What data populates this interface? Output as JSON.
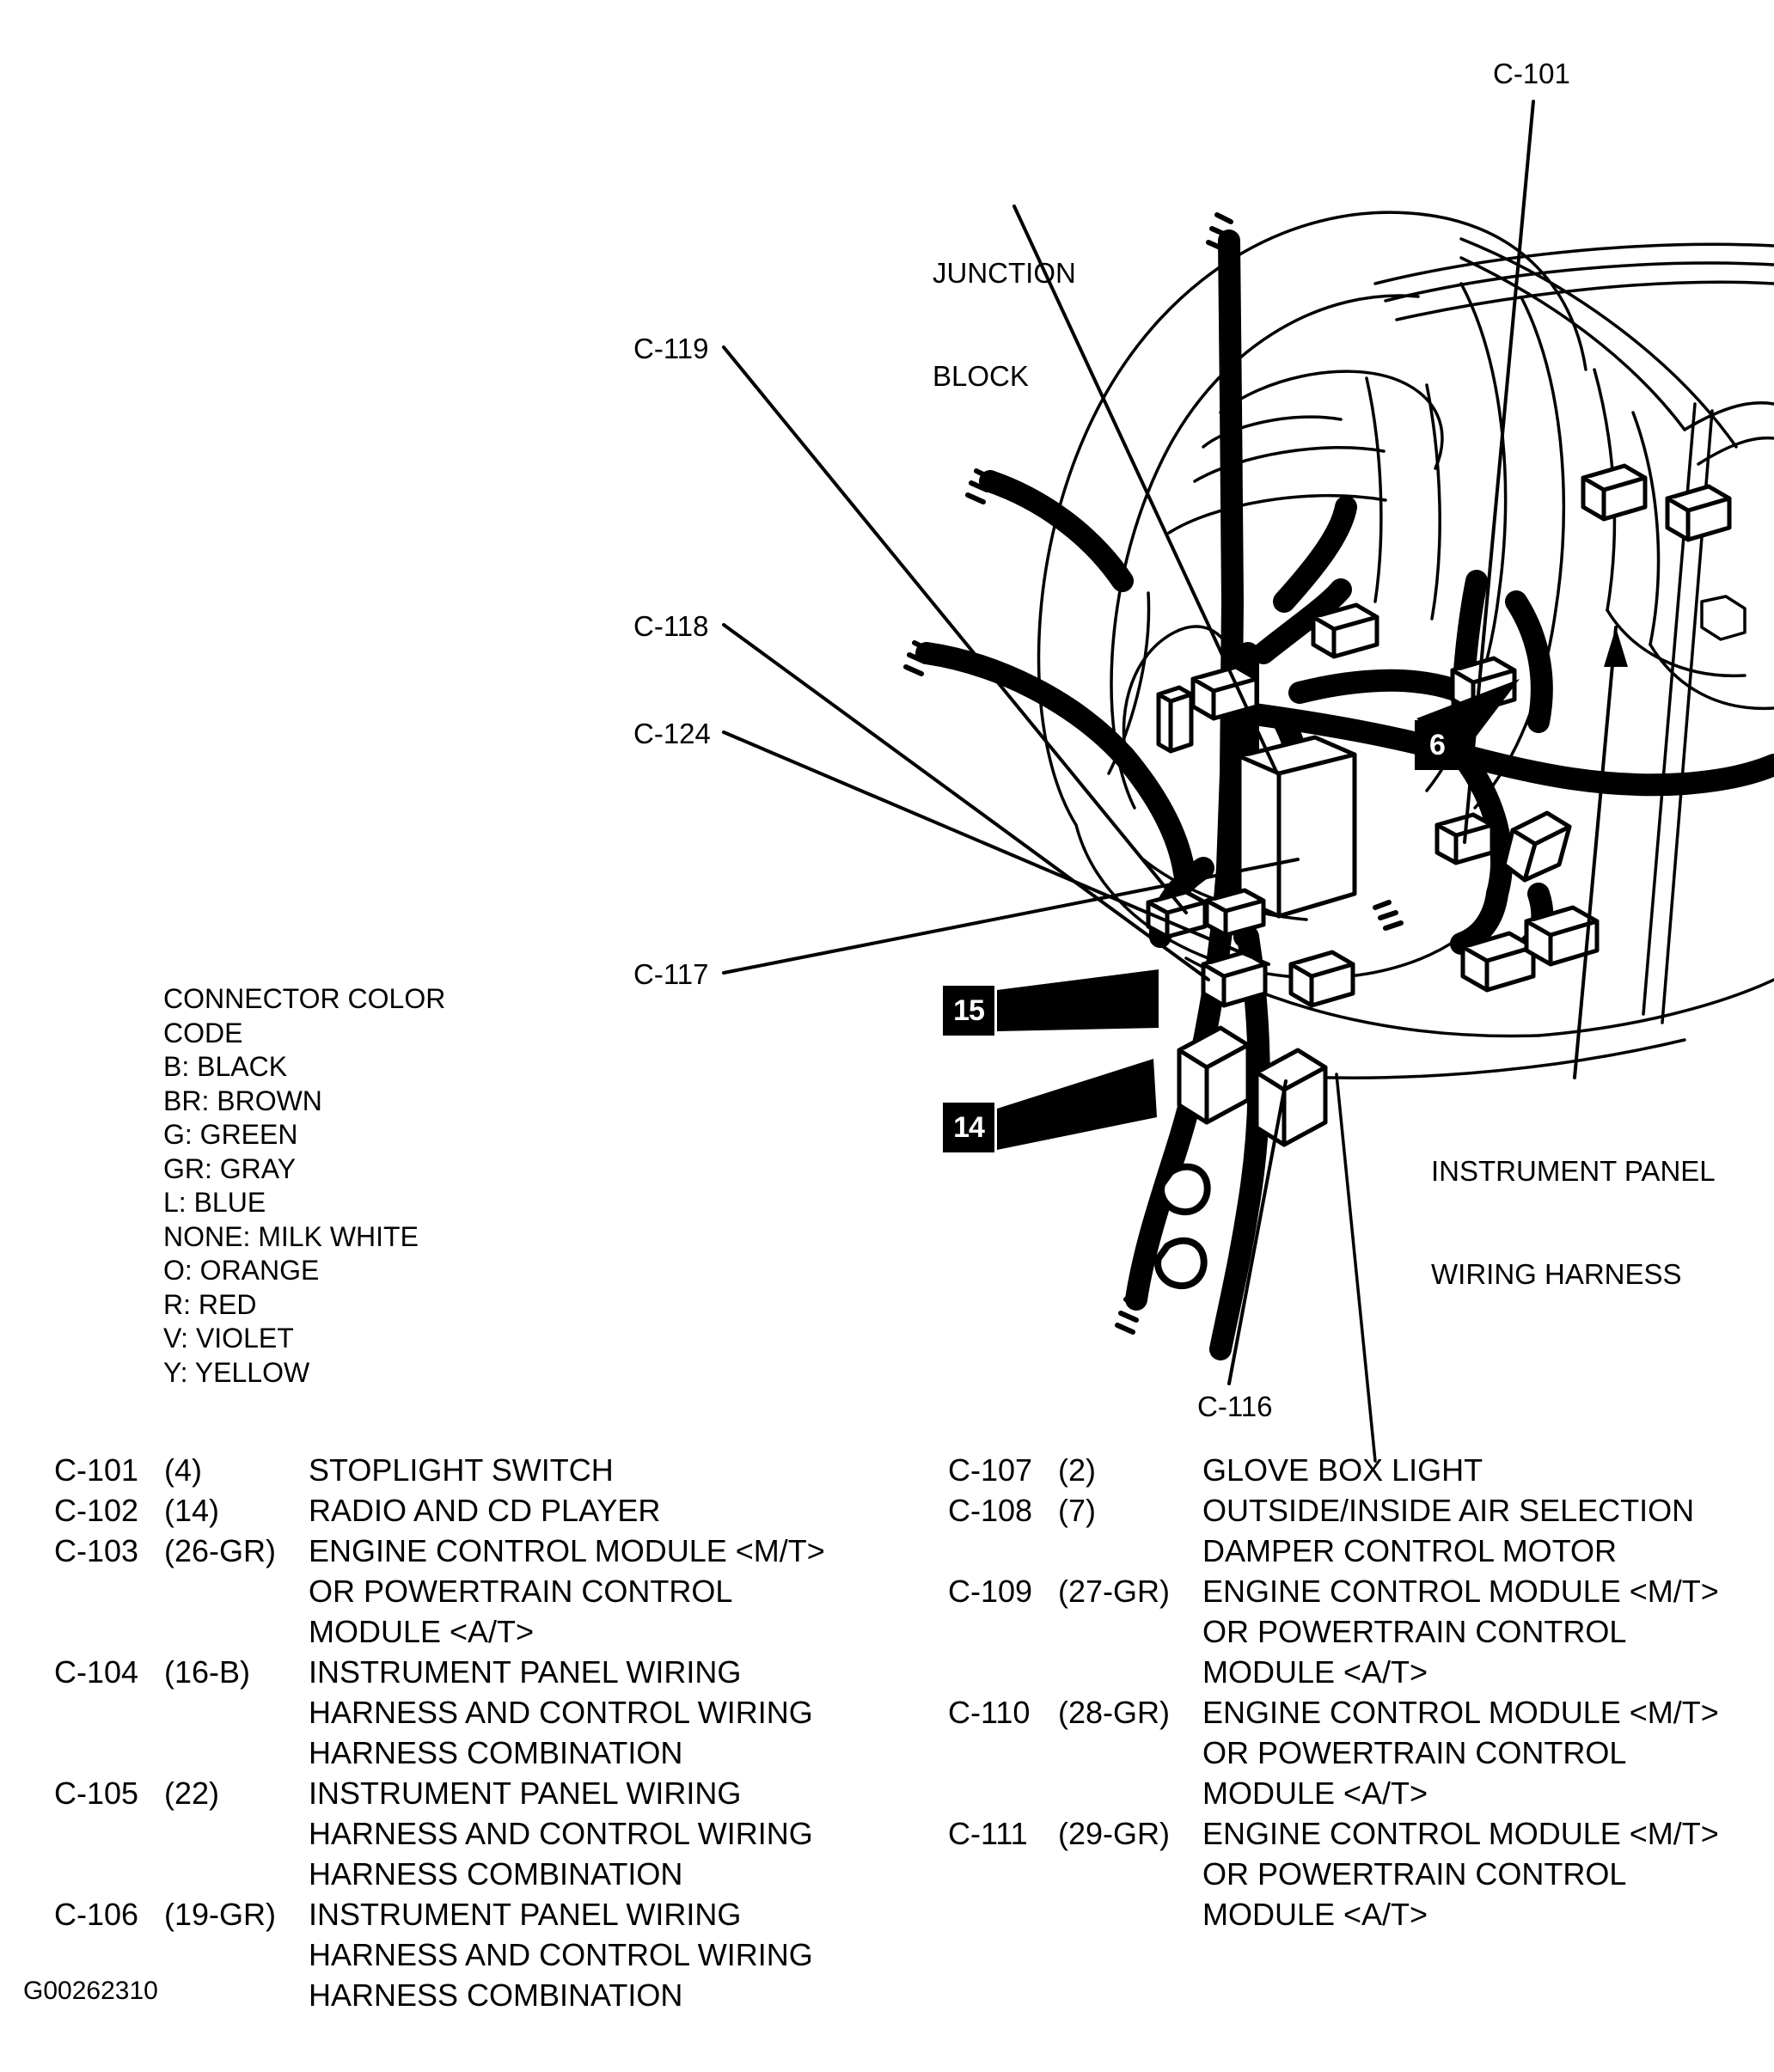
{
  "document": {
    "code": "G00262310",
    "type": "wiring-harness-routing-diagram"
  },
  "diagram": {
    "callouts": [
      {
        "id": "junction-block",
        "label": "JUNCTION\nBLOCK",
        "line1": "JUNCTION",
        "line2": "BLOCK"
      },
      {
        "id": "c-101",
        "label": "C-101"
      },
      {
        "id": "c-119",
        "label": "C-119"
      },
      {
        "id": "c-118",
        "label": "C-118"
      },
      {
        "id": "c-124",
        "label": "C-124"
      },
      {
        "id": "c-117",
        "label": "C-117"
      },
      {
        "id": "c-116",
        "label": "C-116"
      },
      {
        "id": "instrument-panel-wiring-harness",
        "line1": "INSTRUMENT PANEL",
        "line2": "WIRING HARNESS"
      }
    ],
    "badges": [
      {
        "id": "badge-6",
        "label": "6"
      },
      {
        "id": "badge-15",
        "label": "15"
      },
      {
        "id": "badge-14",
        "label": "14"
      }
    ]
  },
  "color_code": {
    "title_line1": "CONNECTOR COLOR",
    "title_line2": "CODE",
    "entries": [
      "B: BLACK",
      "BR: BROWN",
      "G: GREEN",
      "GR: GRAY",
      "L: BLUE",
      "NONE: MILK WHITE",
      "O: ORANGE",
      "R: RED",
      "V: VIOLET",
      "Y: YELLOW"
    ]
  },
  "connector_list": {
    "left": [
      {
        "id": "C-101",
        "pins": "(4)",
        "desc": [
          "STOPLIGHT SWITCH"
        ]
      },
      {
        "id": "C-102",
        "pins": "(14)",
        "desc": [
          "RADIO AND CD PLAYER"
        ]
      },
      {
        "id": "C-103",
        "pins": "(26-GR)",
        "desc": [
          "ENGINE CONTROL MODULE <M/T>",
          "OR POWERTRAIN CONTROL",
          "MODULE <A/T>"
        ]
      },
      {
        "id": "C-104",
        "pins": "(16-B)",
        "desc": [
          "INSTRUMENT PANEL WIRING",
          "HARNESS AND CONTROL WIRING",
          "HARNESS COMBINATION"
        ]
      },
      {
        "id": "C-105",
        "pins": "(22)",
        "desc": [
          "INSTRUMENT PANEL WIRING",
          "HARNESS AND CONTROL WIRING",
          "HARNESS COMBINATION"
        ]
      },
      {
        "id": "C-106",
        "pins": "(19-GR)",
        "desc": [
          "INSTRUMENT PANEL WIRING",
          "HARNESS AND CONTROL WIRING",
          "HARNESS COMBINATION"
        ]
      }
    ],
    "right": [
      {
        "id": "C-107",
        "pins": "(2)",
        "desc": [
          "GLOVE BOX LIGHT"
        ]
      },
      {
        "id": "C-108",
        "pins": "(7)",
        "desc": [
          "OUTSIDE/INSIDE AIR SELECTION",
          "DAMPER CONTROL MOTOR"
        ]
      },
      {
        "id": "C-109",
        "pins": "(27-GR)",
        "desc": [
          "ENGINE CONTROL MODULE <M/T>",
          "OR POWERTRAIN CONTROL",
          "MODULE <A/T>"
        ]
      },
      {
        "id": "C-110",
        "pins": "(28-GR)",
        "desc": [
          "ENGINE CONTROL MODULE <M/T>",
          "OR POWERTRAIN CONTROL",
          "MODULE <A/T>"
        ]
      },
      {
        "id": "C-111",
        "pins": "(29-GR)",
        "desc": [
          "ENGINE CONTROL MODULE <M/T>",
          "OR POWERTRAIN CONTROL",
          "MODULE <A/T>"
        ]
      }
    ]
  },
  "colors": {
    "ink": "#000000",
    "paper": "#ffffff"
  }
}
